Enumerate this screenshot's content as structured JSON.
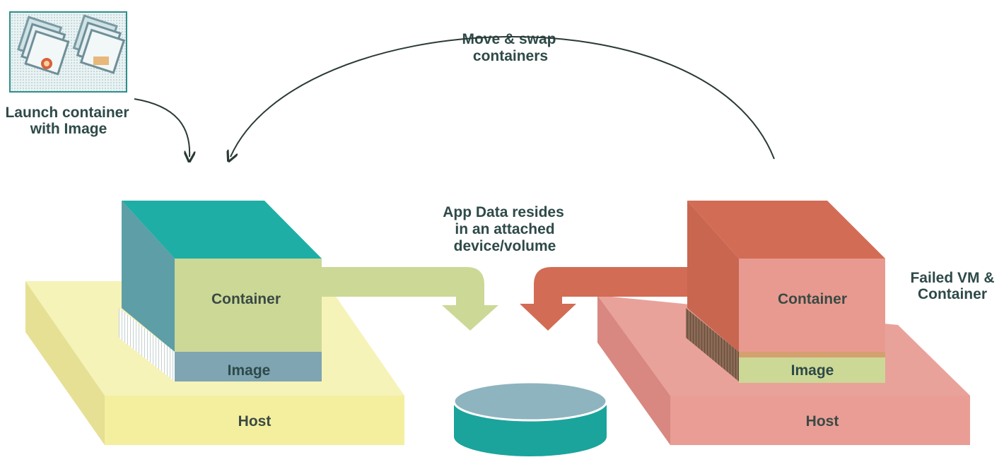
{
  "labels": {
    "launch_line1": "Launch container",
    "launch_line2": "with Image",
    "move_line1": "Move & swap",
    "move_line2": "containers",
    "appdata_line1": "App Data resides",
    "appdata_line2": "in an attached",
    "appdata_line3": "device/volume",
    "failed_line1": "Failed VM &",
    "failed_line2": "Container"
  },
  "left_stack": {
    "container": "Container",
    "image": "Image",
    "host": "Host"
  },
  "right_stack": {
    "container": "Container",
    "image": "Image",
    "host": "Host"
  },
  "colors": {
    "teal": "#1eaea5",
    "green_face": "#ccd896",
    "yellow_host": "#f5f0a0",
    "salmon_dark": "#d26c55",
    "salmon_face": "#e89a90",
    "disk_teal": "#1aa49c",
    "disk_top": "#8eb4bf"
  }
}
